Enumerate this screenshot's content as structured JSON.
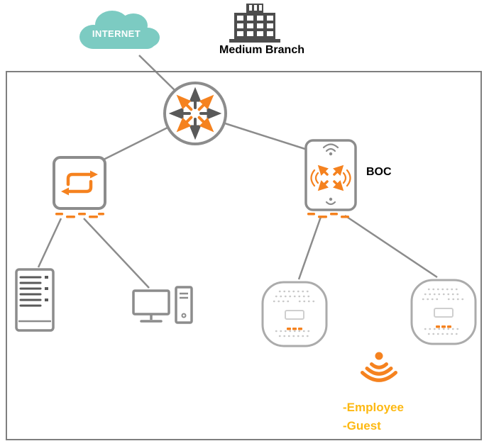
{
  "diagram": {
    "type": "network-topology",
    "labels": {
      "internet": "INTERNET",
      "medium_branch": "Medium Branch",
      "boc": "BOC",
      "employee": "-Employee",
      "guest": "-Guest"
    },
    "nodes": [
      {
        "id": "internet",
        "icon": "cloud-icon",
        "label": "INTERNET"
      },
      {
        "id": "medium-branch",
        "icon": "building-icon",
        "label": "Medium Branch"
      },
      {
        "id": "router",
        "icon": "router-icon",
        "label": ""
      },
      {
        "id": "switch",
        "icon": "switch-icon",
        "label": ""
      },
      {
        "id": "boc-gateway",
        "icon": "gateway-icon",
        "label": "BOC"
      },
      {
        "id": "server",
        "icon": "server-icon",
        "label": ""
      },
      {
        "id": "desktop-pc",
        "icon": "desktop-icon",
        "label": ""
      },
      {
        "id": "access-point-1",
        "icon": "access-point-icon",
        "label": ""
      },
      {
        "id": "access-point-2",
        "icon": "access-point-icon",
        "label": ""
      },
      {
        "id": "wifi-broadcast",
        "icon": "wifi-signal-icon",
        "label": "-Employee -Guest"
      }
    ],
    "links": [
      {
        "from": "internet",
        "to": "router"
      },
      {
        "from": "router",
        "to": "switch"
      },
      {
        "from": "router",
        "to": "boc-gateway"
      },
      {
        "from": "switch",
        "to": "server"
      },
      {
        "from": "switch",
        "to": "desktop-pc"
      },
      {
        "from": "boc-gateway",
        "to": "access-point-1"
      },
      {
        "from": "boc-gateway",
        "to": "access-point-2"
      }
    ]
  },
  "colors": {
    "cloud_teal": "#7CCBC2",
    "accent_orange": "#F5821F",
    "line_gray": "#8C8C8C",
    "icon_dark_gray": "#4D4D4D",
    "ssid_yellow": "#FDB913",
    "frame_gray": "#7F7F7F",
    "text_black": "#000000"
  }
}
